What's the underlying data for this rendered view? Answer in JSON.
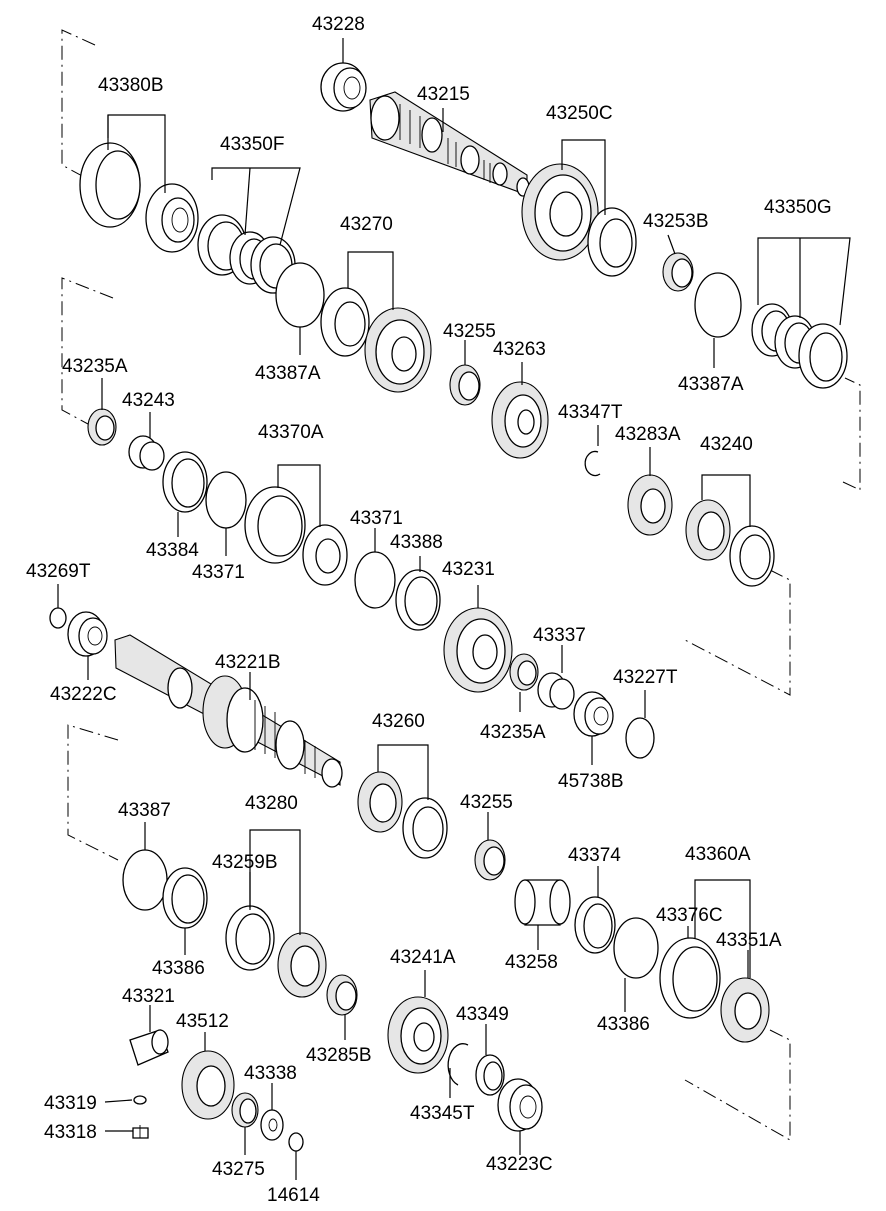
{
  "labels": {
    "p43228": "43228",
    "p43380B": "43380B",
    "p43215": "43215",
    "p43250C": "43250C",
    "p43350F": "43350F",
    "p43253B": "43253B",
    "p43350G": "43350G",
    "p43270": "43270",
    "p43387A_1": "43387A",
    "p43387A_2": "43387A",
    "p43255_1": "43255",
    "p43263": "43263",
    "p43235A_1": "43235A",
    "p43243": "43243",
    "p43347T": "43347T",
    "p43370A": "43370A",
    "p43283A": "43283A",
    "p43240": "43240",
    "p43371_1": "43371",
    "p43388": "43388",
    "p43384": "43384",
    "p43371_2": "43371",
    "p43269T": "43269T",
    "p43231": "43231",
    "p43337": "43337",
    "p43221B": "43221B",
    "p43227T": "43227T",
    "p43222C": "43222C",
    "p43235A_2": "43235A",
    "p45738B": "45738B",
    "p43260": "43260",
    "p43387": "43387",
    "p43280": "43280",
    "p43255_2": "43255",
    "p43374": "43374",
    "p43360A": "43360A",
    "p43259B": "43259B",
    "p43376C": "43376C",
    "p43351A": "43351A",
    "p43386_1": "43386",
    "p43258": "43258",
    "p43386_2": "43386",
    "p43241A": "43241A",
    "p43321": "43321",
    "p43512": "43512",
    "p43349": "43349",
    "p43285B": "43285B",
    "p43338": "43338",
    "p43319": "43319",
    "p43345T": "43345T",
    "p43318": "43318",
    "p43275": "43275",
    "p43223C": "43223C",
    "p14614": "14614"
  }
}
